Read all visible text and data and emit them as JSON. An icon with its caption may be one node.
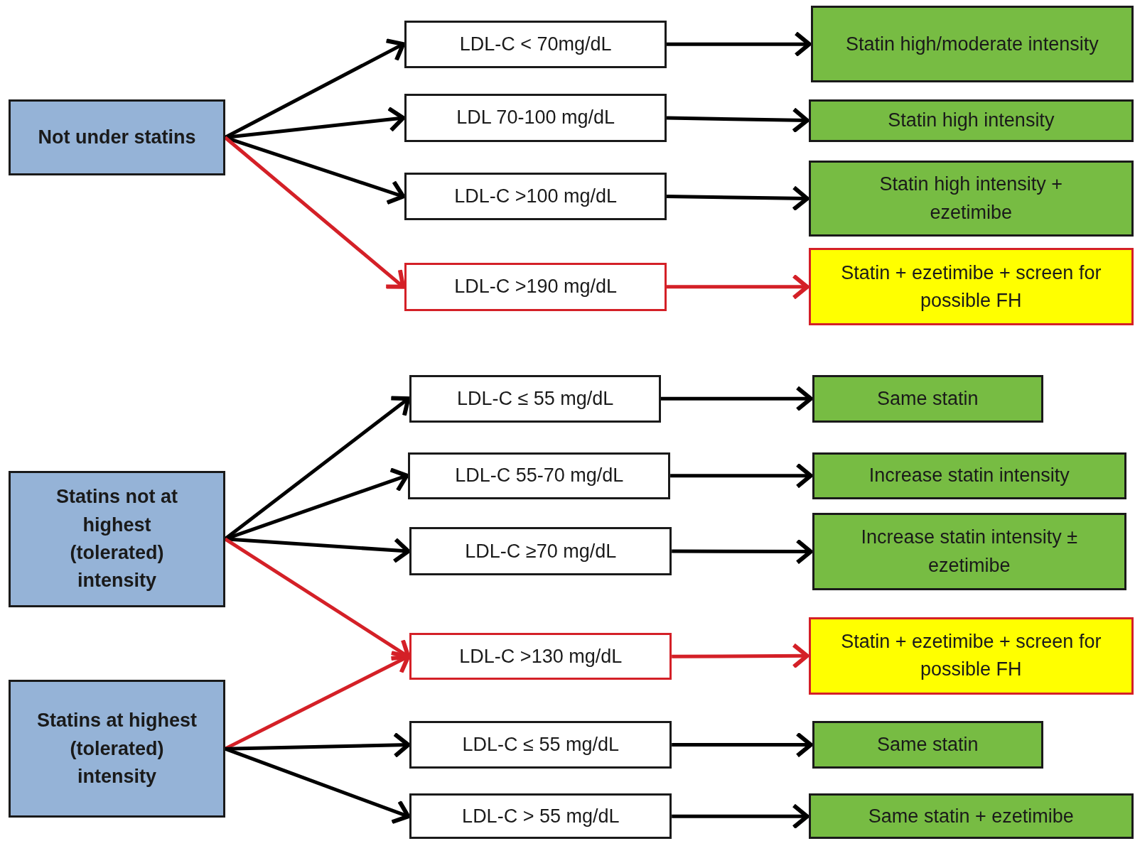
{
  "diagram": {
    "nodes": [
      {
        "text": [
          "Not under statins"
        ]
      },
      {
        "text": [
          "LDL-C < 70mg/dL"
        ]
      },
      {
        "text": [
          "LDL 70-100 mg/dL"
        ]
      },
      {
        "text": [
          "LDL-C >100 mg/dL"
        ]
      },
      {
        "text": [
          "LDL-C >190 mg/dL"
        ]
      },
      {
        "text": [
          "Statin high/moderate intensity"
        ]
      },
      {
        "text": [
          "Statin high intensity"
        ]
      },
      {
        "text": [
          "Statin high intensity + ezetimibe"
        ]
      },
      {
        "text": [
          "Statin + ezetimibe + screen for possible FH"
        ]
      },
      {
        "text": [
          "Statins not at highest (tolerated) intensity"
        ]
      },
      {
        "text": [
          "Statins at highest (tolerated) intensity"
        ]
      },
      {
        "text": [
          "LDL-C ≤ 55 mg/dL"
        ]
      },
      {
        "text": [
          "LDL-C 55-70 mg/dL"
        ]
      },
      {
        "text": [
          "LDL-C ≥70 mg/dL"
        ]
      },
      {
        "text": [
          "LDL-C >130 mg/dL"
        ]
      },
      {
        "text": [
          "LDL-C ≤ 55 mg/dL"
        ]
      },
      {
        "text": [
          "LDL-C > 55 mg/dL"
        ]
      },
      {
        "text": [
          "Same statin"
        ]
      },
      {
        "text": [
          "Increase statin intensity"
        ]
      },
      {
        "text": [
          "Increase statin intensity ± ezetimibe"
        ]
      },
      {
        "text": [
          "Statin + ezetimibe + screen for possible FH"
        ]
      },
      {
        "text": [
          "Same statin"
        ]
      },
      {
        "text": [
          "Same statin + ezetimibe"
        ]
      }
    ],
    "edges": [
      {
        "from": 0,
        "to": 1,
        "arrow": "to"
      },
      {
        "from": 0,
        "to": 2,
        "arrow": "to"
      },
      {
        "from": 0,
        "to": 3,
        "arrow": "to"
      },
      {
        "from": 0,
        "to": 4,
        "arrow": "to",
        "color": "#d42027"
      },
      {
        "from": 1,
        "to": 5,
        "arrow": "to"
      },
      {
        "from": 2,
        "to": 6,
        "arrow": "to"
      },
      {
        "from": 3,
        "to": 7,
        "arrow": "to"
      },
      {
        "from": 4,
        "to": 8,
        "arrow": "to",
        "color": "#d42027"
      },
      {
        "from": 9,
        "to": 11,
        "arrow": "to"
      },
      {
        "from": 9,
        "to": 12,
        "arrow": "to"
      },
      {
        "from": 9,
        "to": 13,
        "arrow": "to"
      },
      {
        "from": 9,
        "to": 14,
        "arrow": "to",
        "color": "#d42027"
      },
      {
        "from": 10,
        "to": 14,
        "arrow": "to",
        "color": "#d42027"
      },
      {
        "from": 10,
        "to": 15,
        "arrow": "to"
      },
      {
        "from": 10,
        "to": 16,
        "arrow": "to"
      },
      {
        "from": 11,
        "to": 17,
        "arrow": "to"
      },
      {
        "from": 12,
        "to": 18,
        "arrow": "to"
      },
      {
        "from": 13,
        "to": 19,
        "arrow": "to"
      },
      {
        "from": 14,
        "to": 20,
        "arrow": "to",
        "color": "#d42027"
      },
      {
        "from": 15,
        "to": 21,
        "arrow": "to"
      },
      {
        "from": 16,
        "to": 22,
        "arrow": "to"
      }
    ]
  }
}
